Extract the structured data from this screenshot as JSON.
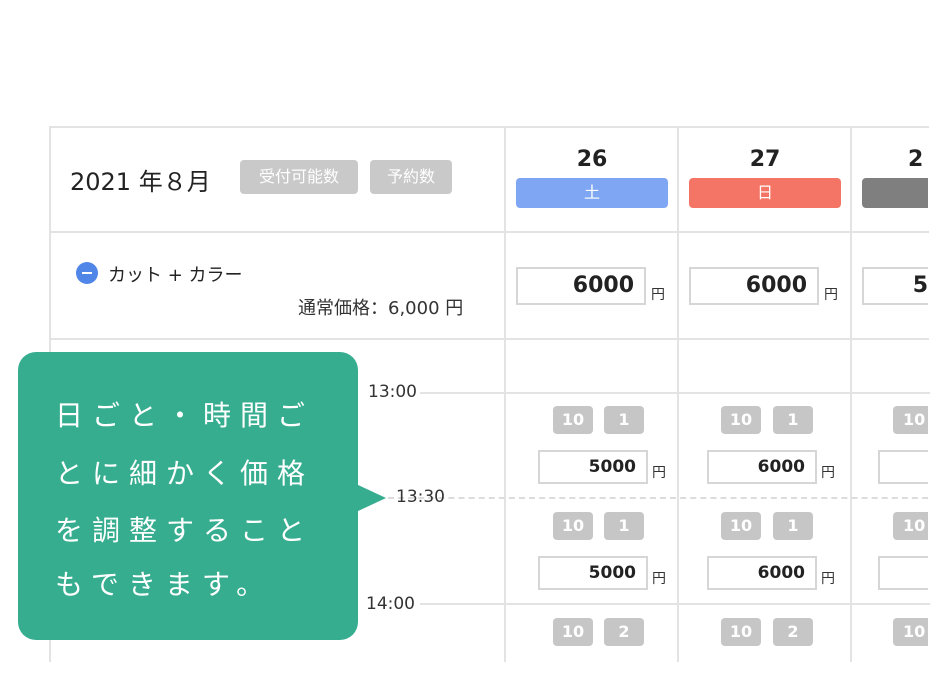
{
  "header": {
    "month": "2021 年８月",
    "tag_available": "受付可能数",
    "tag_reserved": "予約数"
  },
  "days": [
    {
      "num": "26",
      "weekday": "土",
      "color": "#7ea6f2"
    },
    {
      "num": "27",
      "weekday": "日",
      "color": "#f47565"
    },
    {
      "num": "2",
      "weekday": "",
      "color": "#7f7f7f"
    }
  ],
  "menu": {
    "name": "カット + カラー",
    "regular_price": "通常価格：6,000 円",
    "day_prices": [
      "6000",
      "6000",
      "5"
    ]
  },
  "currency": "円",
  "times": [
    "13:00",
    "13:30",
    "14:00"
  ],
  "slots": [
    {
      "counts": [
        [
          "10",
          "1"
        ],
        [
          "10",
          "1"
        ],
        [
          "10",
          ""
        ]
      ],
      "prices": [
        "5000",
        "6000",
        ""
      ]
    },
    {
      "counts": [
        [
          "10",
          "1"
        ],
        [
          "10",
          "1"
        ],
        [
          "10",
          ""
        ]
      ],
      "prices": [
        "5000",
        "6000",
        ""
      ]
    },
    {
      "counts": [
        [
          "10",
          "2"
        ],
        [
          "10",
          "2"
        ],
        [
          "10",
          ""
        ]
      ]
    }
  ],
  "bubble": {
    "lines": [
      "日ごと・時間ご",
      "とに細かく価格",
      "を調整すること",
      "もできます。"
    ],
    "color": "#36ad8f"
  }
}
